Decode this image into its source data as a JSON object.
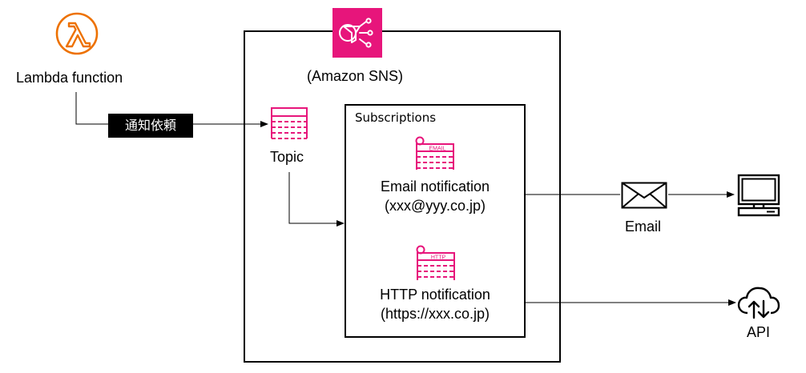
{
  "lambda": {
    "label": "Lambda function"
  },
  "request_label": "通知依頼",
  "sns": {
    "service_label": "(Amazon SNS)"
  },
  "topic": {
    "label": "Topic"
  },
  "subscriptions": {
    "title": "Subscriptions",
    "email": {
      "badge": "EMAIL",
      "line1": "Email notification",
      "line2": "(xxx@yyy.co.jp)"
    },
    "http": {
      "badge": "HTTP",
      "line1": "HTTP notification",
      "line2": "(https://xxx.co.jp)"
    }
  },
  "email_label": "Email",
  "api_label": "API",
  "colors": {
    "lambda": "#ED7100",
    "sns": "#E7157B"
  }
}
